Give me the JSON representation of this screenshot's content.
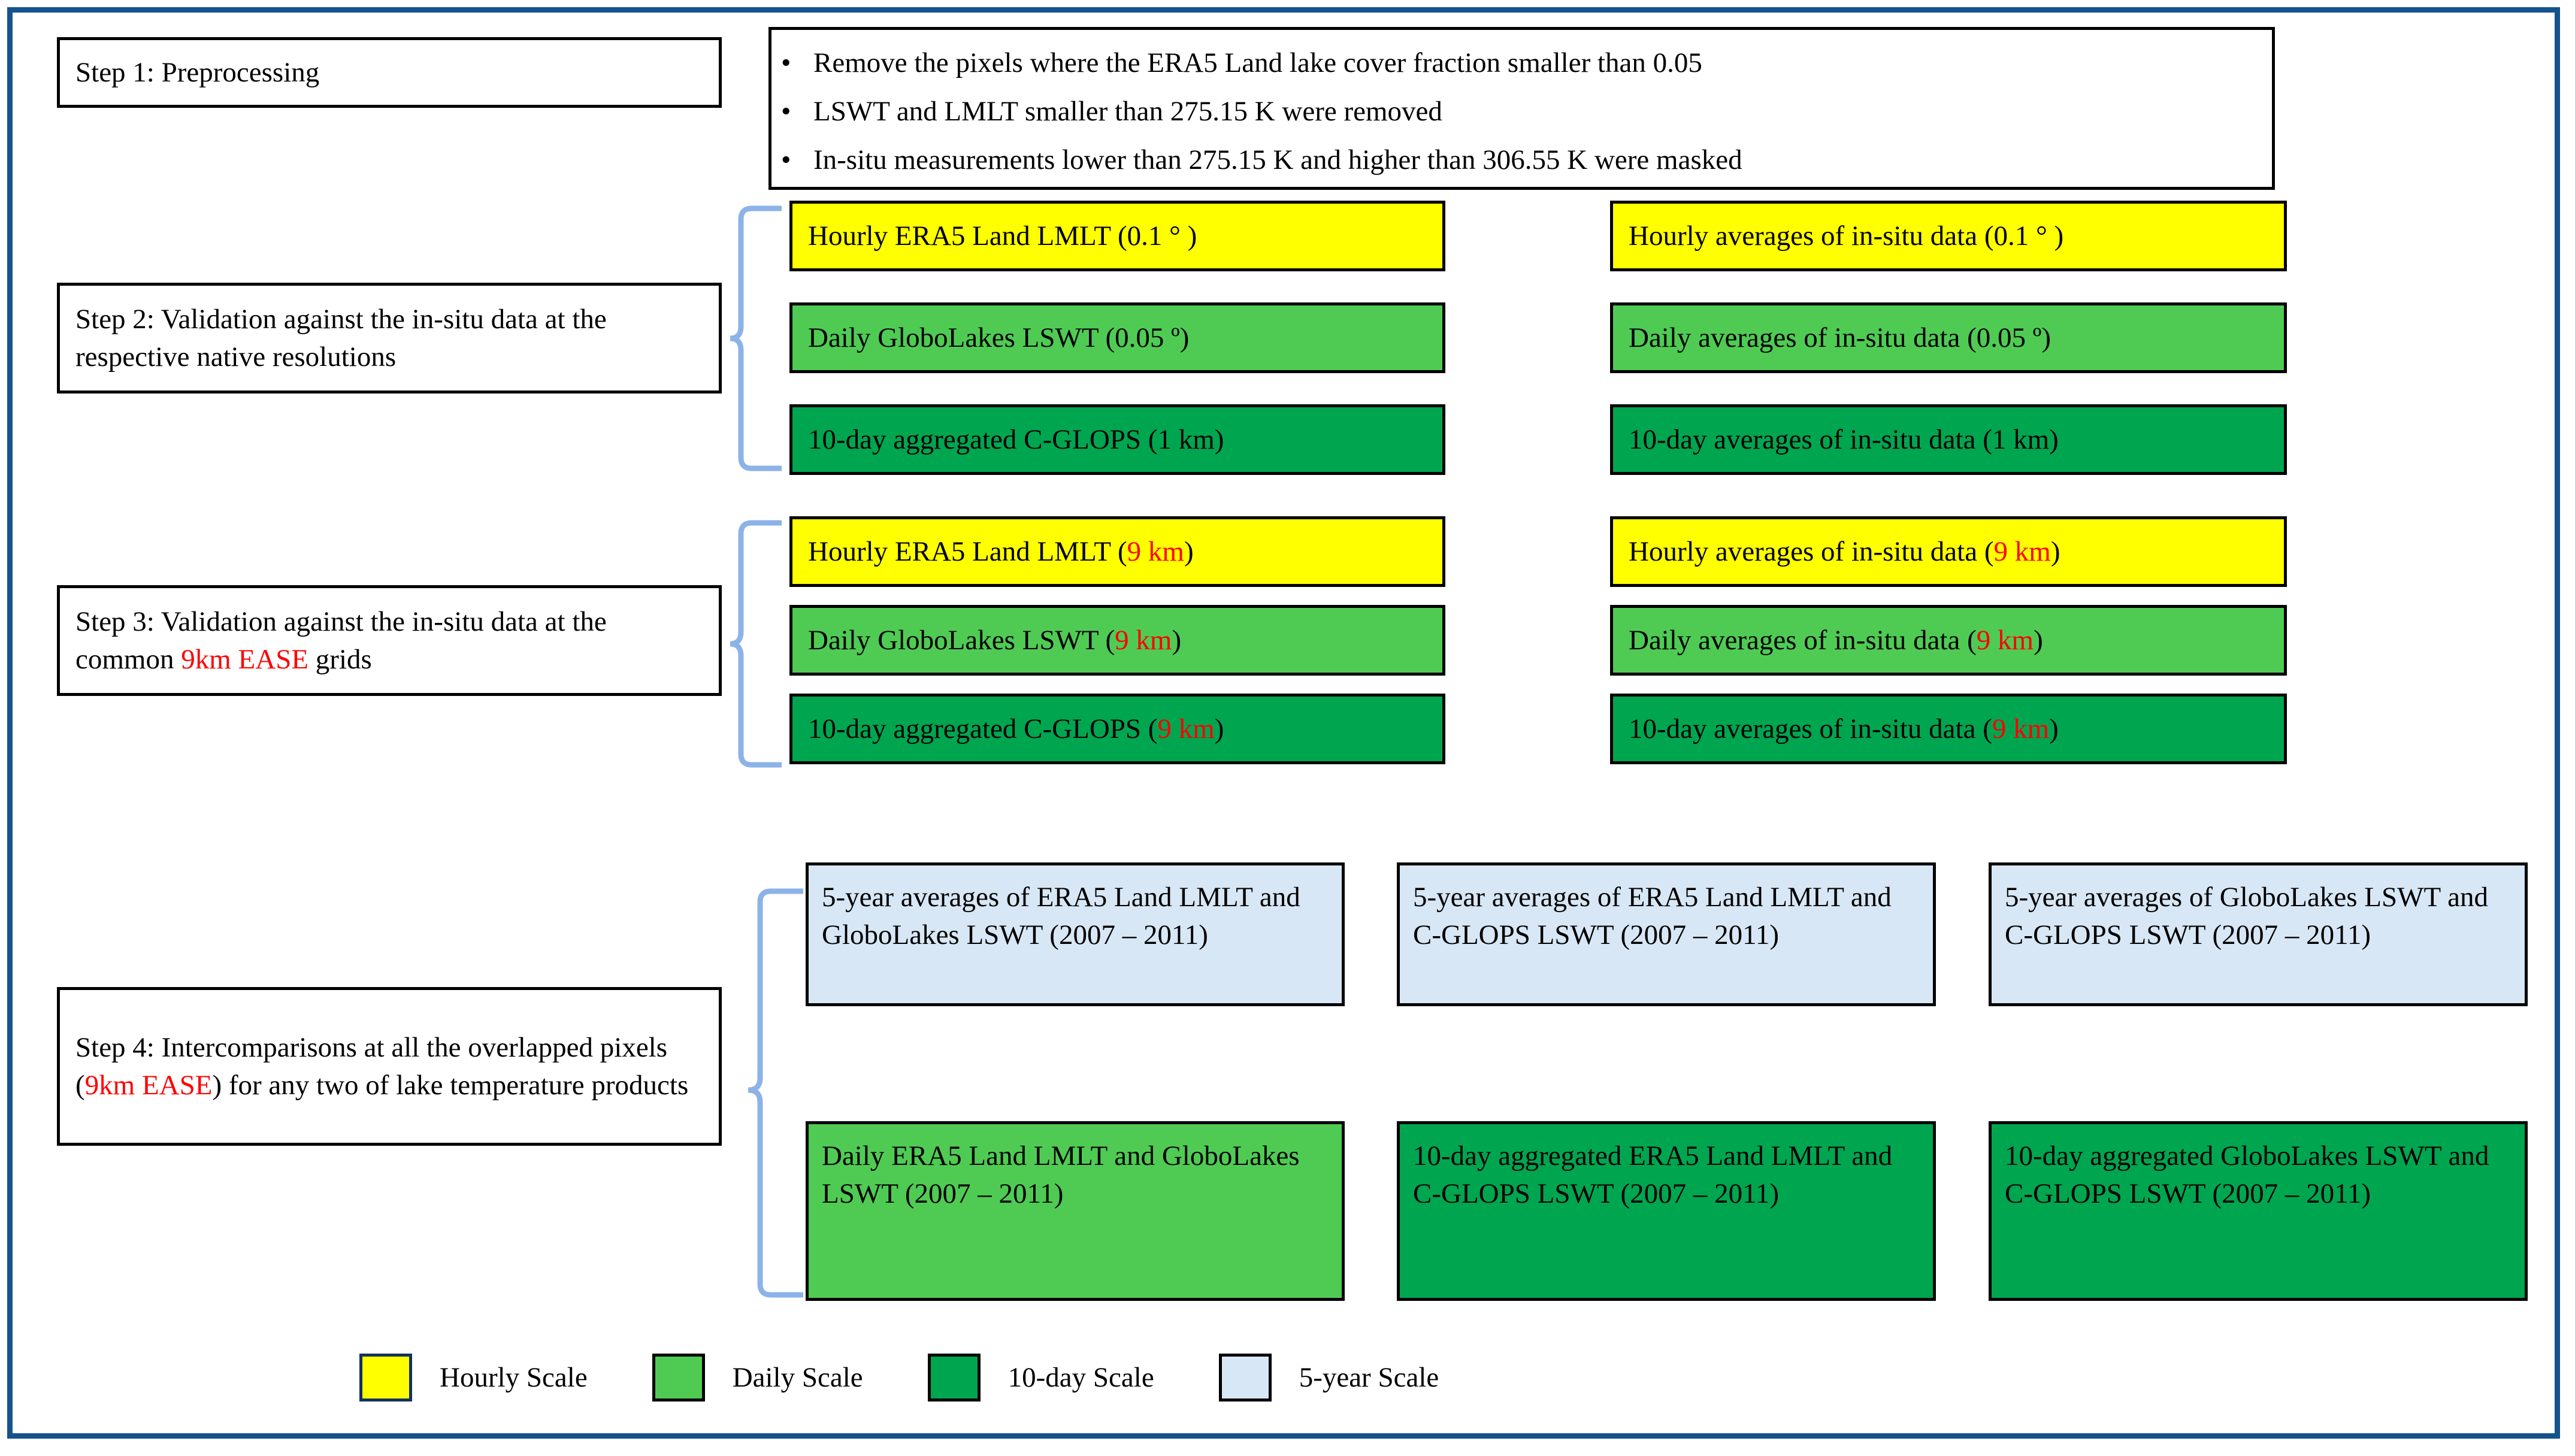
{
  "frame": {
    "border_color": "#15538c"
  },
  "colors": {
    "hourly": "#ffff00",
    "daily": "#4fcb54",
    "tenday": "#00a550",
    "fiveyear": "#d8e7f5",
    "highlight": "#ff0000"
  },
  "step1": {
    "label": "Step 1: Preprocessing",
    "bullet_glyph": "•",
    "bullets": [
      "Remove the pixels where the ERA5 Land lake cover fraction smaller than 0.05",
      "LSWT and LMLT smaller than 275.15 K were removed",
      "In-situ measurements lower than 275.15 K and higher than 306.55 K were masked"
    ]
  },
  "step2": {
    "label": "Step 2: Validation against the in-situ data at the respective native resolutions",
    "left": [
      "Hourly ERA5 Land LMLT (0.1 ° )",
      "Daily  GloboLakes LSWT (0.05 º)",
      "10-day aggregated C-GLOPS (1 km)"
    ],
    "right": [
      "Hourly averages of in-situ data (0.1 ° )",
      "Daily averages of in-situ data (0.05 º)",
      "10-day averages of in-situ data (1 km)"
    ]
  },
  "step3": {
    "label_part1": "Step 3: Validation against the in-situ data at the common ",
    "label_highlight": "9km EASE",
    "label_part2": " grids",
    "left": [
      {
        "prefix": "Hourly ERA5 Land LMLT (",
        "highlight": "9 km",
        "suffix": ")"
      },
      {
        "prefix": "Daily  GloboLakes LSWT (",
        "highlight": "9 km",
        "suffix": ")"
      },
      {
        "prefix": "10-day aggregated C-GLOPS (",
        "highlight": "9 km",
        "suffix": ")"
      }
    ],
    "right": [
      {
        "prefix": "Hourly averages of in-situ data (",
        "highlight": "9 km",
        "suffix": ")"
      },
      {
        "prefix": "Daily averages of in-situ data (",
        "highlight": "9 km",
        "suffix": ")"
      },
      {
        "prefix": "10-day averages of in-situ data (",
        "highlight": "9 km",
        "suffix": ")"
      }
    ]
  },
  "step4": {
    "label_part1": "Step 4: Intercomparisons at all  the overlapped pixels (",
    "label_highlight": "9km EASE",
    "label_part2": ") for any two of lake temperature products",
    "top_row": [
      "5-year averages of ERA5 Land LMLT and GloboLakes LSWT (2007 – 2011)",
      "5-year averages of ERA5 Land LMLT and C-GLOPS LSWT (2007 – 2011)",
      "5-year averages of GloboLakes LSWT and C-GLOPS LSWT (2007 – 2011)"
    ],
    "bottom_row": [
      "Daily ERA5 Land LMLT and GloboLakes LSWT (2007 – 2011)",
      "10-day aggregated ERA5 Land LMLT and C-GLOPS LSWT (2007 – 2011)",
      "10-day aggregated GloboLakes LSWT and C-GLOPS LSWT (2007 – 2011)"
    ]
  },
  "legend": [
    {
      "label": "Hourly Scale",
      "color": "#ffff00"
    },
    {
      "label": "Daily  Scale",
      "color": "#4fcb54"
    },
    {
      "label": "10-day Scale",
      "color": "#00a550"
    },
    {
      "label": "5-year Scale",
      "color": "#d8e7f5"
    }
  ]
}
